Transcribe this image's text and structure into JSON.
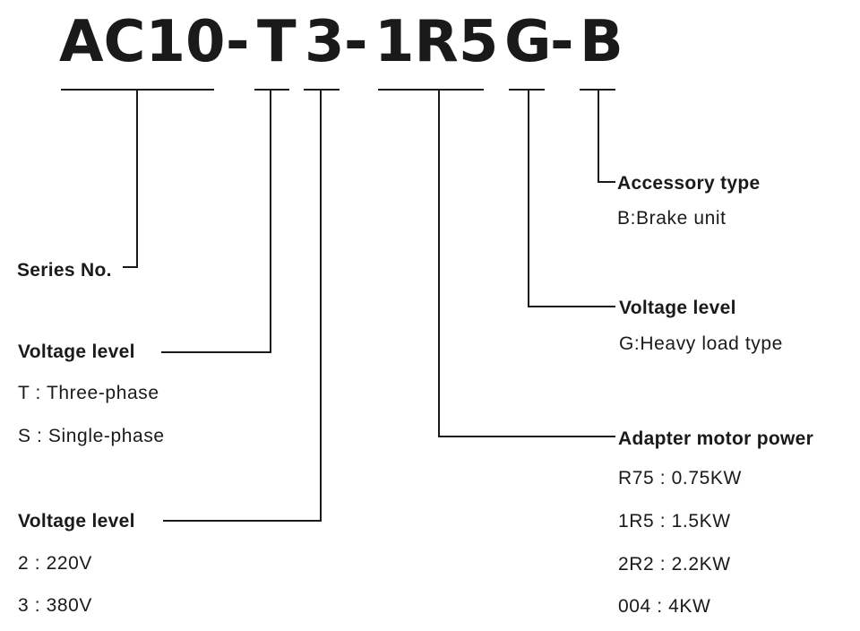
{
  "model_code": {
    "series": "AC10",
    "sep1": "-",
    "phase": "T",
    "voltage": "3",
    "sep2": "-",
    "power": "1R5",
    "load": "G",
    "sep3": "-",
    "accessory": "B"
  },
  "series_label": "Series No.",
  "phase_group": {
    "title": "Voltage level",
    "options": [
      "T : Three-phase",
      "S : Single-phase"
    ]
  },
  "voltage_group": {
    "title": "Voltage level",
    "options": [
      "2 : 220V",
      "3 : 380V"
    ]
  },
  "power_group": {
    "title": "Adapter motor power",
    "options": [
      "R75 : 0.75KW",
      "1R5 : 1.5KW",
      "2R2 : 2.2KW",
      "004 : 4KW"
    ]
  },
  "load_group": {
    "title": "Voltage level",
    "options": [
      "G:Heavy load type"
    ]
  },
  "accessory_group": {
    "title": "Accessory type",
    "options": [
      "B:Brake unit"
    ]
  }
}
